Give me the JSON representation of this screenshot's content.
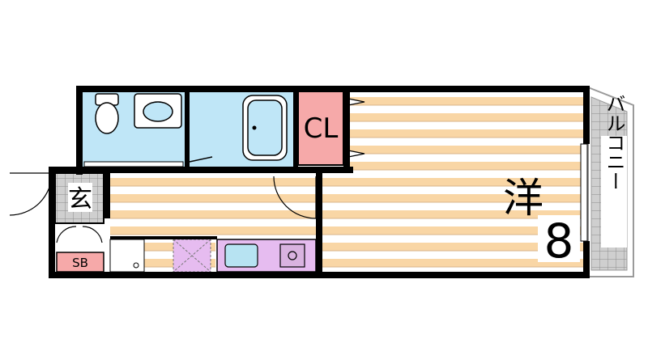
{
  "rooms": {
    "western_room": {
      "label": "洋",
      "size": "8"
    },
    "closet": {
      "label": "CL"
    },
    "entrance": {
      "label": "玄"
    },
    "shoe_box": {
      "label": "SB"
    },
    "balcony": {
      "label": "バルコニー"
    }
  },
  "colors": {
    "wall": "#000000",
    "floor_stripe_a": "#f9d6a5",
    "floor_stripe_b": "#ffffff",
    "wet_area": "#bfe6f7",
    "closet": "#f6a9a9",
    "shoe_box": "#f6a9a9",
    "kitchen": "#e6bcf0",
    "sink_basin": "#b7e3f2",
    "tile": "#cfcfcf",
    "tile_grid": "#8c8c8c",
    "balcony_rail": "#d9d9d9"
  }
}
